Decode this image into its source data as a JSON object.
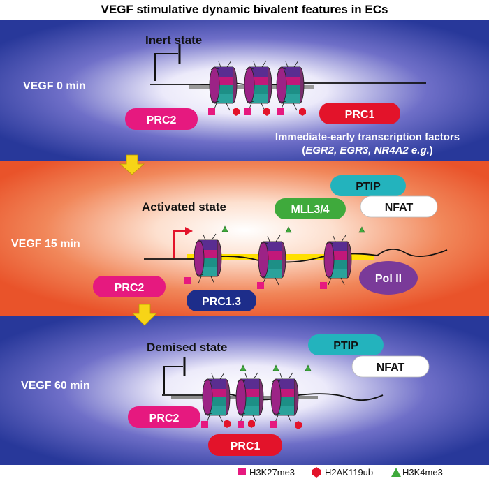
{
  "title": "VEGF stimulative dynamic bivalent features in ECs",
  "colors": {
    "blue_panel": "#2a3a9c",
    "orange_panel": "#ec5a2c",
    "h3k27me3": "#e6197f",
    "h2ak119ub": "#e3132a",
    "h3k4me3": "#3faa3c",
    "prc2": "#e6197f",
    "prc1": "#e3132a",
    "prc1_3": "#1d2d8a",
    "mll": "#3faa3c",
    "ptip": "#23b3bd",
    "pol2": "#7a3a99",
    "arrow": "#f7d417",
    "enhancer_bar": "#ffe000"
  },
  "panels": [
    {
      "time_label": "VEGF 0 min",
      "state_label": "Inert state",
      "proteins": [
        "PRC2",
        "PRC1"
      ],
      "note_line1": "Immediate-early transcription factors",
      "note_line2_open": "(",
      "note_line2_italic": "EGR2, EGR3, NR4A2 e.g.",
      "note_line2_close": ")"
    },
    {
      "time_label": "VEGF 15 min",
      "state_label": "Activated state",
      "proteins": [
        "PRC2",
        "PRC1.3",
        "MLL3/4",
        "PTIP",
        "NFAT",
        "Pol II"
      ]
    },
    {
      "time_label": "VEGF 60 min",
      "state_label": "Demised state",
      "proteins": [
        "PRC2",
        "PRC1",
        "PTIP",
        "NFAT"
      ]
    }
  ],
  "legend": [
    {
      "shape": "square",
      "label": "H3K27me3"
    },
    {
      "shape": "hexagon",
      "label": "H2AK119ub"
    },
    {
      "shape": "triangle",
      "label": "H3K4me3"
    }
  ]
}
